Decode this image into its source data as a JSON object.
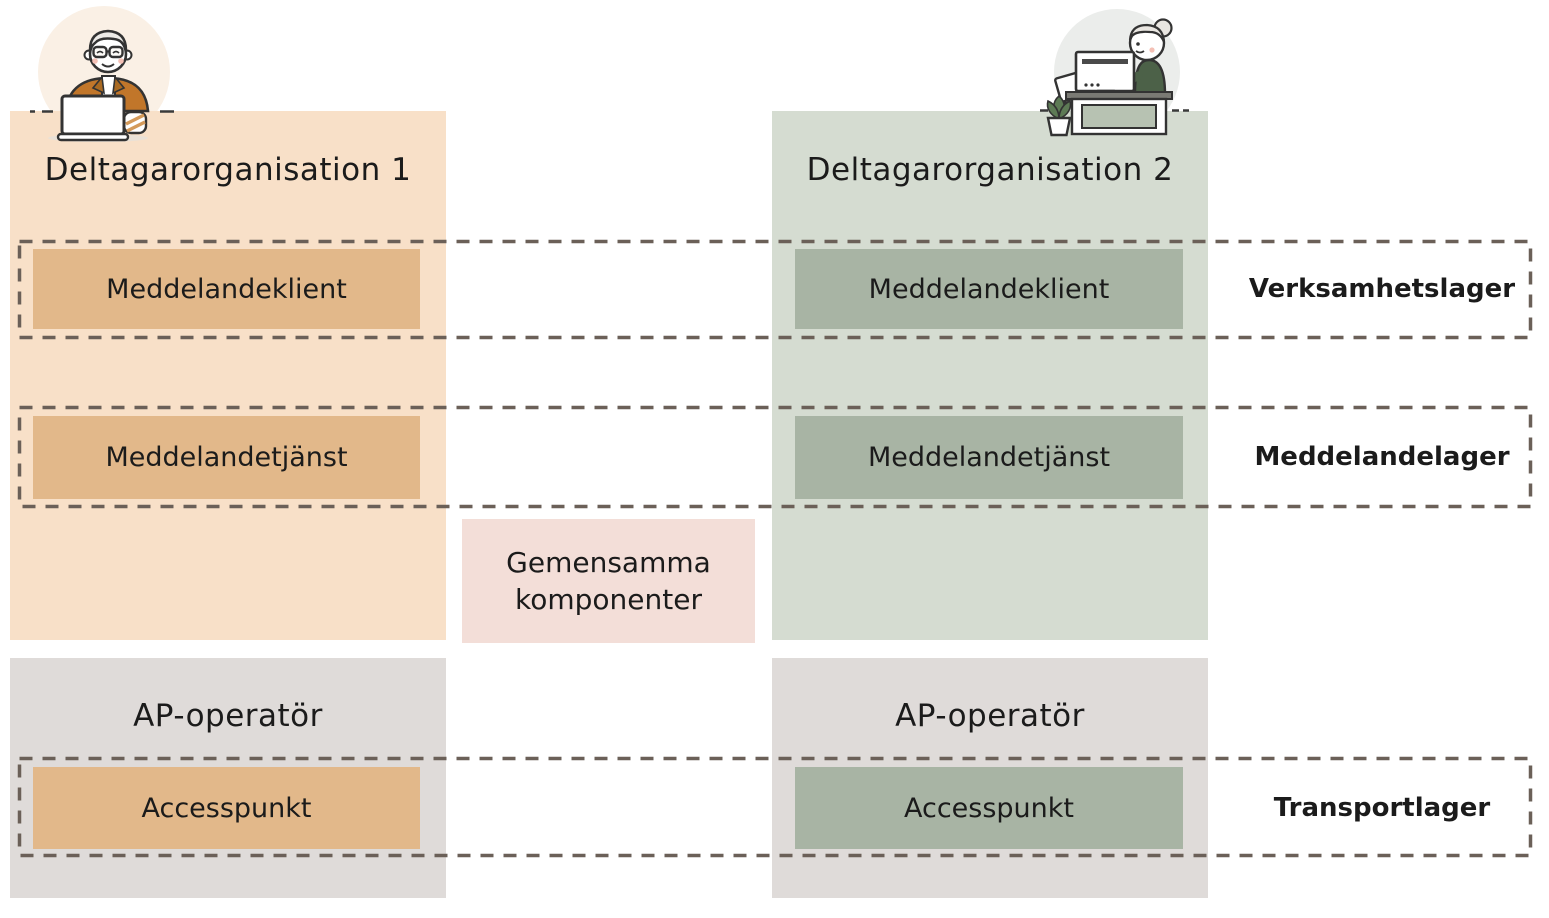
{
  "org1": {
    "title": "Deltagarorganisation 1",
    "client": "Meddelandeklient",
    "service": "Meddelandetjänst"
  },
  "org2": {
    "title": "Deltagarorganisation 2",
    "client": "Meddelandeklient",
    "service": "Meddelandetjänst"
  },
  "operator1": {
    "title": "AP-operatör",
    "accesspoint": "Accesspunkt"
  },
  "operator2": {
    "title": "AP-operatör",
    "accesspoint": "Accesspunkt"
  },
  "shared": {
    "label": "Gemensamma komponenter"
  },
  "layers": {
    "business": "Verksamhetslager",
    "message": "Meddelandelager",
    "transport": "Transportlager"
  },
  "icons": {
    "left": "person-with-laptop",
    "right": "person-at-desk-with-monitor"
  },
  "colors": {
    "org1_panel": "#f8e0c8",
    "org1_box": "#e2b88a",
    "org2_panel": "#d5dcd1",
    "org2_box": "#a8b4a4",
    "operator_panel": "#dfdbd9",
    "shared_box": "#f3ded8",
    "layer_dash": "#6b6058",
    "text": "#1b1b1b"
  }
}
